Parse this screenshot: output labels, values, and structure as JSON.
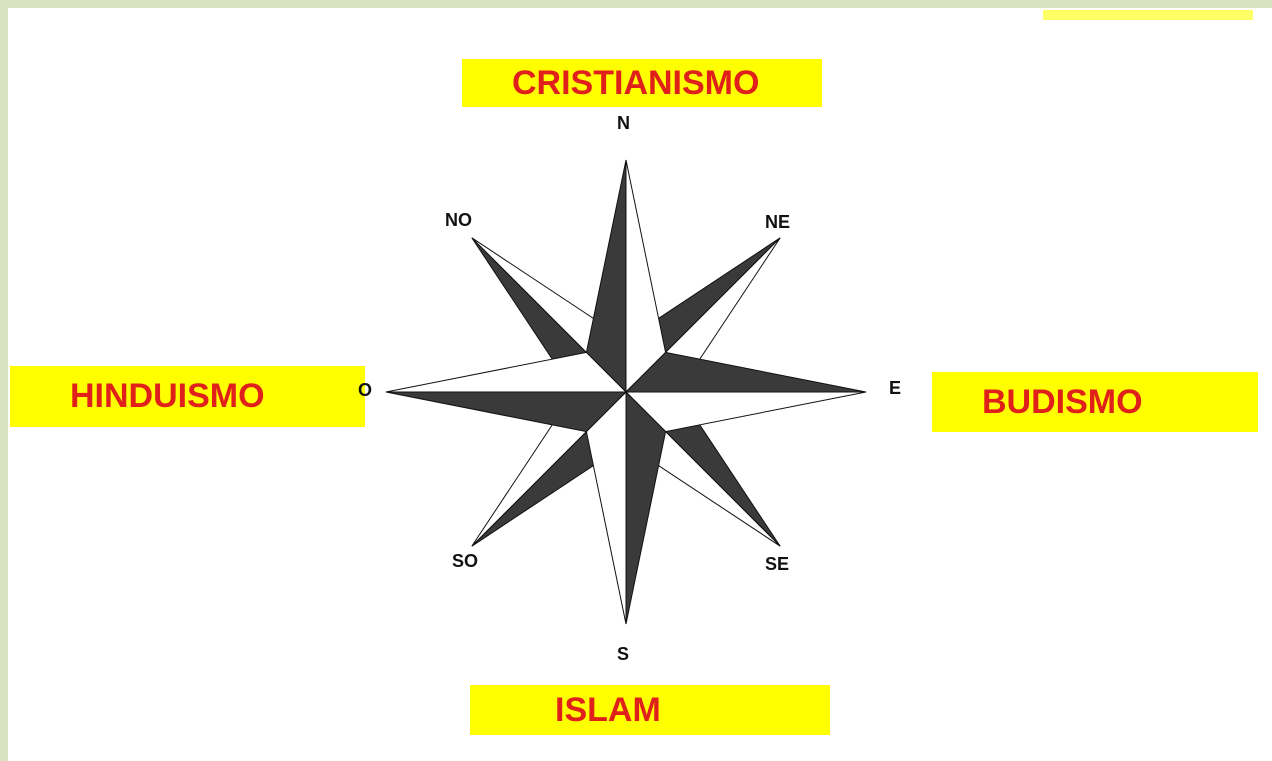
{
  "labels": {
    "north": "CRISTIANISMO",
    "west": "HINDUISMO",
    "east": "BUDISMO",
    "south": "ISLAM"
  },
  "directions": {
    "n": "N",
    "ne": "NE",
    "e": "E",
    "se": "SE",
    "s": "S",
    "so": "SO",
    "o": "O",
    "no": "NO"
  },
  "colors": {
    "frame": "#d7e4c3",
    "label_background": "#ffff00",
    "label_text": "#e0201b",
    "rose_dark": "#3a3a3a",
    "rose_light": "#ffffff"
  }
}
